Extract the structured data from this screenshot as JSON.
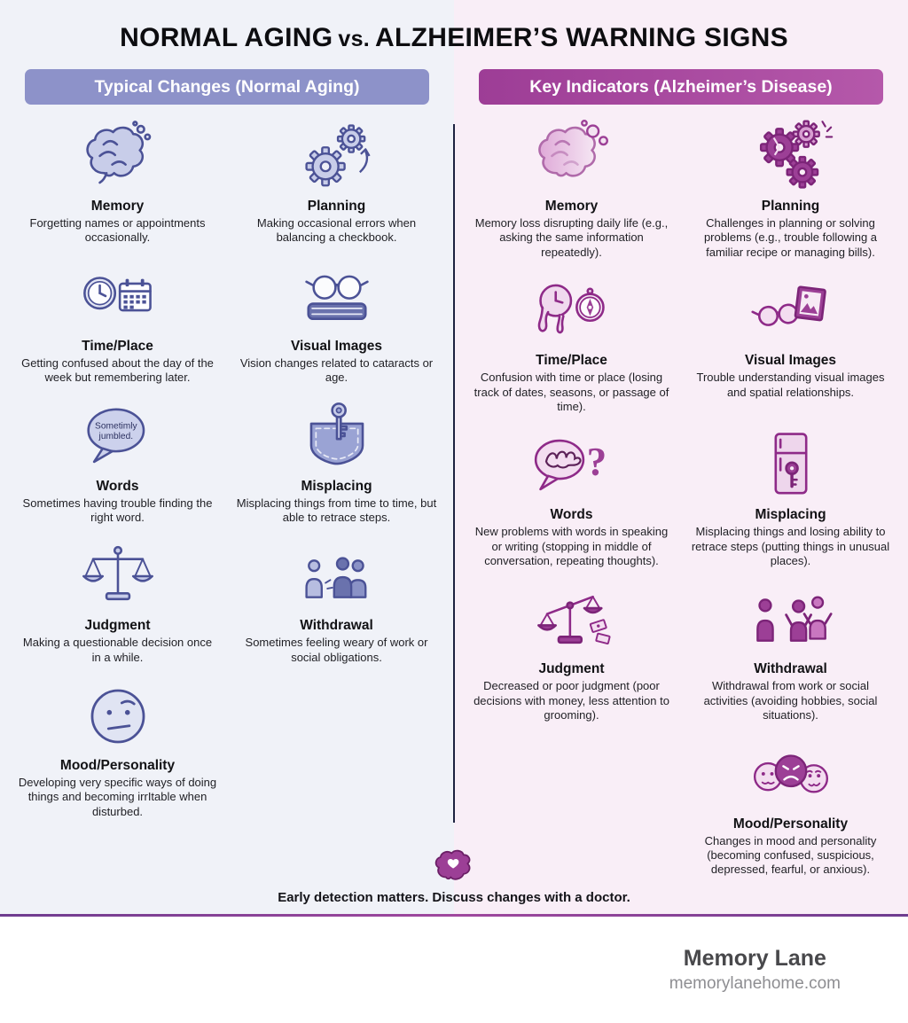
{
  "title": {
    "left": "NORMAL AGING",
    "vs": "vs.",
    "right": "ALZHEIMER’S WARNING SIGNS"
  },
  "columns": [
    {
      "id": "normal",
      "header": "Typical Changes (Normal Aging)",
      "items": [
        {
          "icon": "brain-icon",
          "title": "Memory",
          "text": "Forgetting names or appointments occasionally."
        },
        {
          "icon": "gears-icon",
          "title": "Planning",
          "text": "Making occasional errors when balancing a checkbook."
        },
        {
          "icon": "clock-calendar-icon",
          "title": "Time/Place",
          "text": "Getting confused about the day of the week but remembering later."
        },
        {
          "icon": "glasses-book-icon",
          "title": "Visual Images",
          "text": "Vision changes related to cataracts or age."
        },
        {
          "icon": "speech-bubble-icon",
          "title": "Words",
          "text": "Sometimes having trouble finding the right word."
        },
        {
          "icon": "pocket-key-icon",
          "title": "Misplacing",
          "text": "Misplacing things from time to time, but able to retrace steps."
        },
        {
          "icon": "balanced-scale-icon",
          "title": "Judgment",
          "text": "Making a questionable decision once in a while."
        },
        {
          "icon": "people-group-icon",
          "title": "Withdrawal",
          "text": "Sometimes feeling weary of work or social obligations."
        },
        {
          "icon": "neutral-face-icon",
          "title": "Mood/Personality",
          "text": "Developing very specific ways of doing things and becoming irrItable when disturbed."
        }
      ]
    },
    {
      "id": "alzheimers",
      "header": "Key Indicators (Alzheimer’s Disease)",
      "items": [
        {
          "icon": "fading-brain-icon",
          "title": "Memory",
          "text": "Memory loss disrupting daily life (e.g., asking the same information repeatedly)."
        },
        {
          "icon": "broken-gears-icon",
          "title": "Planning",
          "text": "Challenges in planning or solving problems (e.g., trouble following a familiar recipe or managing bills)."
        },
        {
          "icon": "melting-clock-compass-icon",
          "title": "Time/Place",
          "text": "Confusion with time or place (losing track of dates, seasons, or passage of time)."
        },
        {
          "icon": "glasses-picture-icon",
          "title": "Visual Images",
          "text": "Trouble understanding visual images and spatial relationships."
        },
        {
          "icon": "scribble-bubble-question-icon",
          "title": "Words",
          "text": "New problems with words in speaking or writing (stopping in middle of conversation, repeating thoughts)."
        },
        {
          "icon": "fridge-key-icon",
          "title": "Misplacing",
          "text": "Misplacing things and losing ability to retrace steps (putting things in unusual places)."
        },
        {
          "icon": "tilted-scale-money-icon",
          "title": "Judgment",
          "text": "Decreased or poor judgment (poor decisions with money, less attention to grooming)."
        },
        {
          "icon": "person-leaving-group-icon",
          "title": "Withdrawal",
          "text": "Withdrawal from work or social activities (avoiding hobbies, social situations)."
        },
        {
          "icon": "mood-faces-icon",
          "title": "Mood/Personality",
          "text": "Changes in mood and personality (becoming confused, suspicious, depressed, fearful, or anxious)."
        }
      ]
    }
  ],
  "speech_bubble_lines": [
    "Sometimly",
    "jumbled."
  ],
  "footer_note": {
    "icon": "brain-heart-icon",
    "text": "Early detection matters. Discuss changes with a doctor."
  },
  "brand": {
    "name": "Memory Lane",
    "url": "memorylanehome.com"
  },
  "colors": {
    "left_banner": "#8d92c9",
    "right_banner_start": "#9d3d96",
    "right_banner_end": "#b558aa",
    "left_bg": "#f0f2f8",
    "right_bg": "#f9eef7",
    "left_icon": "#4b5296",
    "right_icon": "#8e2a88",
    "divider": "#1d2240"
  }
}
